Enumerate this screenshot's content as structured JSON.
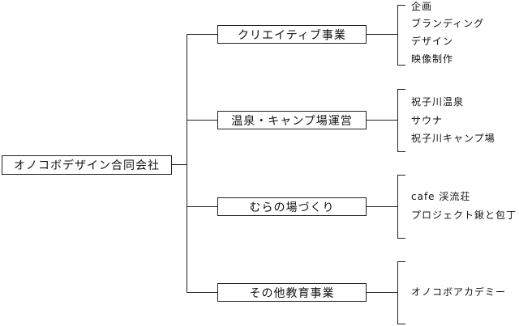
{
  "root": "オノコボデザイン合同会社",
  "divisions": [
    {
      "label": "クリエイティブ事業",
      "items": [
        "企画",
        "ブランディング",
        "デザイン",
        "映像制作"
      ]
    },
    {
      "label": "温泉・キャンプ場運営",
      "items": [
        "祝子川温泉",
        "サウナ",
        "祝子川キャンプ場"
      ]
    },
    {
      "label": "むらの場づくり",
      "items": [
        "cafe 渓流荘",
        "プロジェクト鍬と包丁"
      ]
    },
    {
      "label": "その他教育事業",
      "items": [
        "オノコボアカデミー"
      ]
    }
  ]
}
